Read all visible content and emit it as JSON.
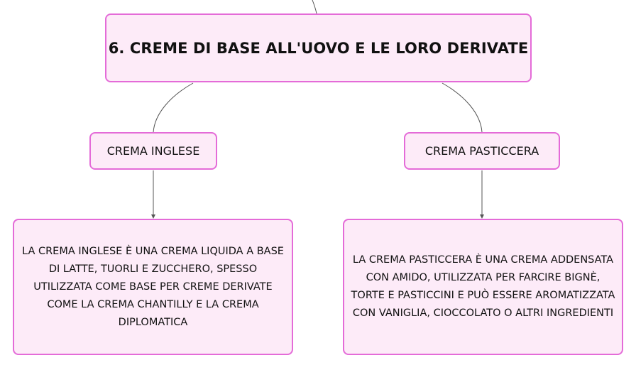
{
  "root": {
    "label": "6. CREME DI BASE ALL'UOVO E LE LORO DERIVATE"
  },
  "branches": [
    {
      "label": "CREMA INGLESE",
      "description": "LA CREMA INGLESE È UNA CREMA LIQUIDA A BASE DI LATTE, TUORLI E ZUCCHERO, SPESSO UTILIZZATA COME BASE PER CREME DERIVATE COME LA CREMA CHANTILLY E LA CREMA DIPLOMATICA"
    },
    {
      "label": "CREMA PASTICCERA",
      "description": "LA CREMA PASTICCERA È UNA CREMA ADDENSATA CON AMIDO, UTILIZZATA PER FARCIRE BIGNÈ, TORTE E PASTICCINI E PUÒ ESSERE AROMATIZZATA CON VANIGLIA, CIOCCOLATO O ALTRI INGREDIENTI"
    }
  ],
  "colors": {
    "node_fill": "#fdebf8",
    "node_border": "#e46bd8",
    "connector": "#555555"
  }
}
